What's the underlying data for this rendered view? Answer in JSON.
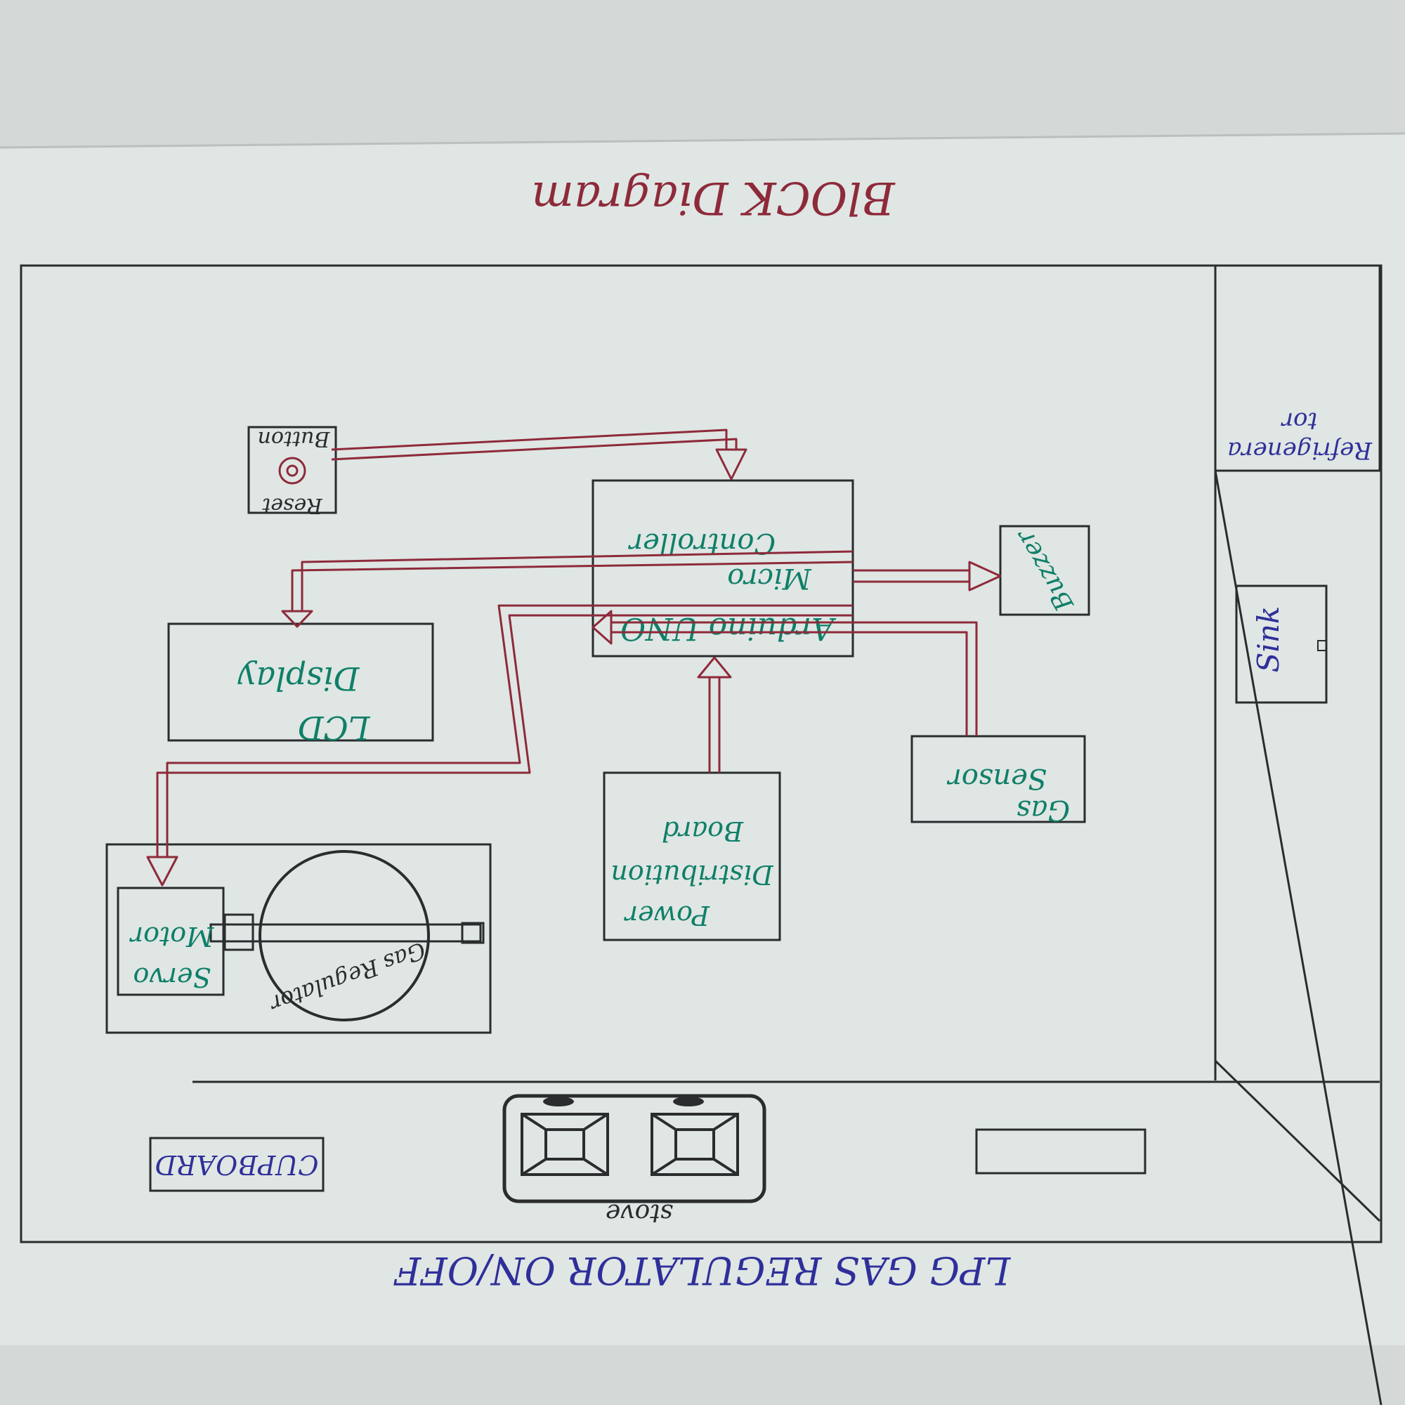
{
  "title": "BlOCK Diagram",
  "caption": "LPG GAS REGULATOR ON/OFF",
  "blocks": {
    "arduino": {
      "line1": "Arduino UNO",
      "line2": "Micro",
      "line3": "Controller"
    },
    "reset": {
      "line1": "Button",
      "line2": "Reset"
    },
    "lcd": {
      "line1": "Display",
      "line2": "LCD"
    },
    "buzzer": {
      "label": "Buzzer"
    },
    "gas_sensor": {
      "line1": "Sensor",
      "line2": "Gas"
    },
    "power": {
      "line1": "Board",
      "line2": "Distribution",
      "line3": "Power"
    },
    "servo": {
      "line1": "Motor",
      "line2": "Servo"
    },
    "regulator": {
      "label": "Gas Regulator"
    }
  },
  "room": {
    "refrigerator": {
      "line1": "Refrigenera",
      "line2": "tor"
    },
    "sink": {
      "label": "Sink"
    },
    "stove": {
      "label": "stove"
    },
    "cupboard": {
      "label": "CUPBOARD"
    }
  },
  "colors": {
    "paper": "#dfe6e4",
    "ink_black": "#2a2c2e",
    "ink_red": "#8e2a3a",
    "ink_green": "#0f7f68",
    "ink_blue": "#2f2f9a"
  }
}
